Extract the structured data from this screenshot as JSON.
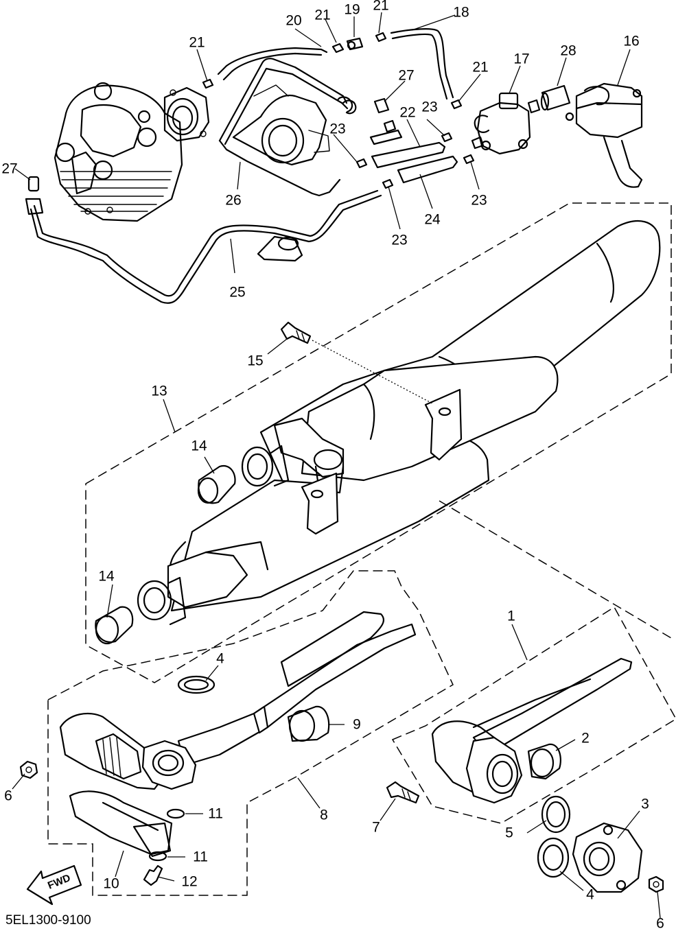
{
  "diagram": {
    "code": "5EL1300-9100",
    "fwd_label": "FWD",
    "callouts": [
      {
        "id": "c1",
        "label": "1"
      },
      {
        "id": "c2",
        "label": "2"
      },
      {
        "id": "c3",
        "label": "3"
      },
      {
        "id": "c4a",
        "label": "4"
      },
      {
        "id": "c4b",
        "label": "4"
      },
      {
        "id": "c5",
        "label": "5"
      },
      {
        "id": "c6a",
        "label": "6"
      },
      {
        "id": "c6b",
        "label": "6"
      },
      {
        "id": "c7",
        "label": "7"
      },
      {
        "id": "c8",
        "label": "8"
      },
      {
        "id": "c9",
        "label": "9"
      },
      {
        "id": "c10",
        "label": "10"
      },
      {
        "id": "c11a",
        "label": "11"
      },
      {
        "id": "c11b",
        "label": "11"
      },
      {
        "id": "c12",
        "label": "12"
      },
      {
        "id": "c13",
        "label": "13"
      },
      {
        "id": "c14a",
        "label": "14"
      },
      {
        "id": "c14b",
        "label": "14"
      },
      {
        "id": "c15",
        "label": "15"
      },
      {
        "id": "c16",
        "label": "16"
      },
      {
        "id": "c17",
        "label": "17"
      },
      {
        "id": "c18",
        "label": "18"
      },
      {
        "id": "c19",
        "label": "19"
      },
      {
        "id": "c20",
        "label": "20"
      },
      {
        "id": "c21a",
        "label": "21"
      },
      {
        "id": "c21b",
        "label": "21"
      },
      {
        "id": "c21c",
        "label": "21"
      },
      {
        "id": "c21d",
        "label": "21"
      },
      {
        "id": "c22",
        "label": "22"
      },
      {
        "id": "c23a",
        "label": "23"
      },
      {
        "id": "c23b",
        "label": "23"
      },
      {
        "id": "c23c",
        "label": "23"
      },
      {
        "id": "c23d",
        "label": "23"
      },
      {
        "id": "c24",
        "label": "24"
      },
      {
        "id": "c25",
        "label": "25"
      },
      {
        "id": "c26",
        "label": "26"
      },
      {
        "id": "c27a",
        "label": "27"
      },
      {
        "id": "c27b",
        "label": "27"
      },
      {
        "id": "c28",
        "label": "28"
      }
    ]
  }
}
